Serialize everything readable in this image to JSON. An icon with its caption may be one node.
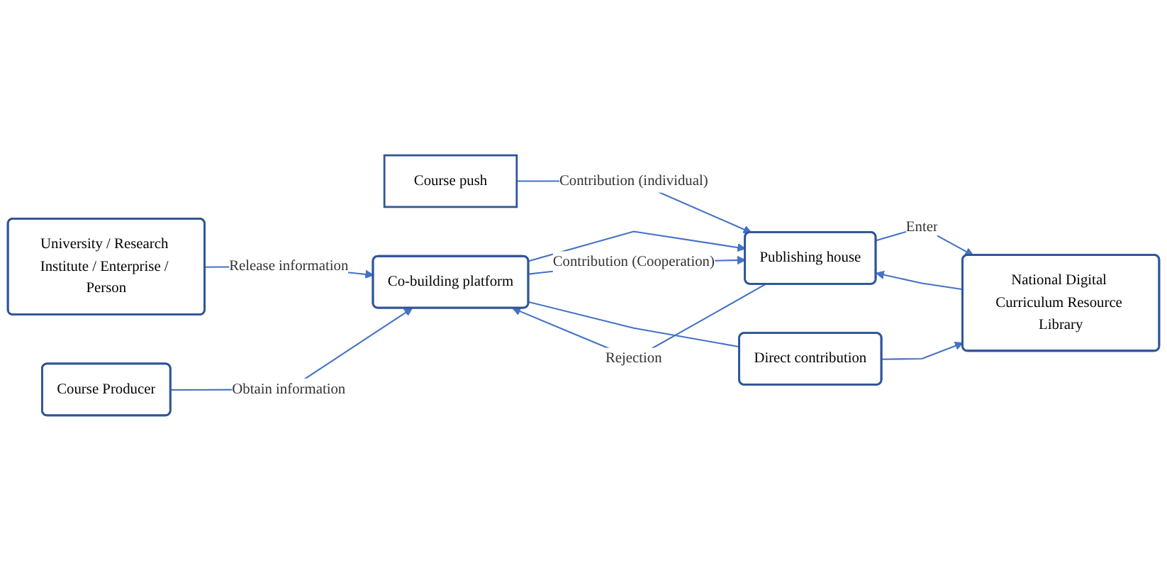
{
  "diagram": {
    "nodes": [
      {
        "text": [
          "University / Research Institute / Enterprise / Person"
        ]
      },
      {
        "text": [
          "Course Producer"
        ]
      },
      {
        "text": [
          "Course push"
        ]
      },
      {
        "text": [
          "Co-building platform"
        ]
      },
      {
        "text": [
          "Publishing house"
        ]
      },
      {
        "text": [
          "National Digital Curriculum Resource Library"
        ]
      },
      {
        "text": [
          "Direct contribution"
        ]
      }
    ],
    "edges": [
      {
        "from": 0,
        "to": 3,
        "arrow": "to",
        "label": "Release information"
      },
      {
        "from": 1,
        "to": 3,
        "arrow": "to",
        "label": "Obtain information"
      },
      {
        "from": 3,
        "to": 4,
        "arrow": "to"
      },
      {
        "from": 4,
        "to": 3,
        "arrow": "to",
        "label": "Rejection"
      },
      {
        "from": 3,
        "to": 4,
        "arrow": "to",
        "label": "Contribution (Cooperation)"
      },
      {
        "from": 2,
        "to": 4,
        "arrow": "to",
        "label": "Contribution (individual)"
      },
      {
        "from": 5,
        "to": 4,
        "arrow": "to"
      },
      {
        "from": 4,
        "to": 5,
        "arrow": "to",
        "label": "Enter"
      },
      {
        "from": 3,
        "to": 6,
        "arrow": "none"
      },
      {
        "from": 6,
        "to": 5,
        "arrow": "to"
      }
    ]
  }
}
